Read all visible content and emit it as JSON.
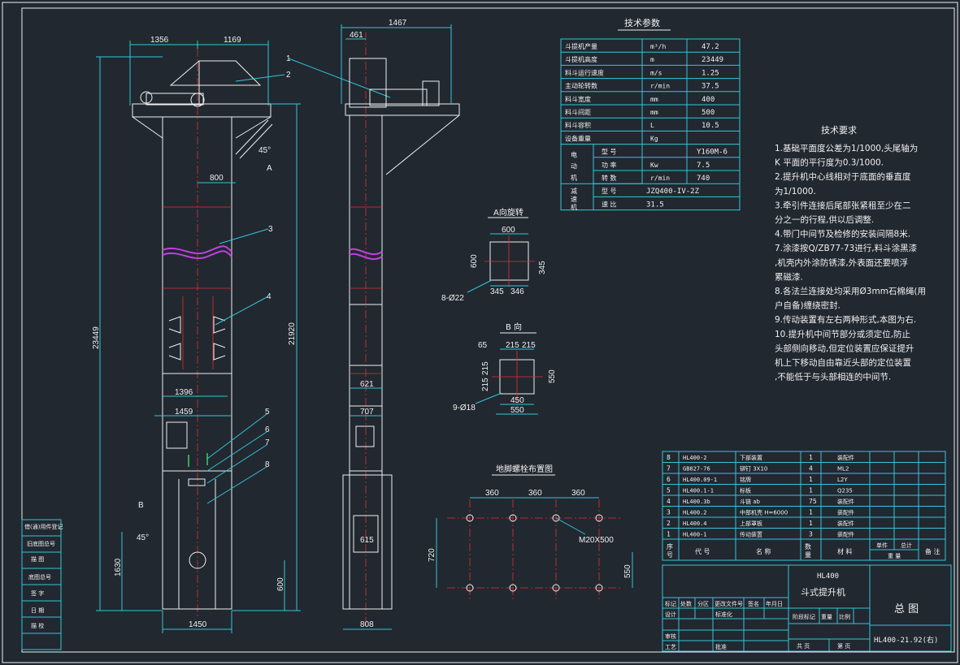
{
  "front_view": {
    "dims": {
      "top_left": "1356",
      "top_right": "1169",
      "d800": "800",
      "d1396": "1396",
      "d1459": "1459",
      "d1450": "1450",
      "h23449": "23449",
      "h21920": "21920",
      "h1630": "1630",
      "h600": "600",
      "angle_top": "45°",
      "angle_bottom": "45°"
    },
    "callouts": [
      "1",
      "2",
      "3",
      "4",
      "5",
      "6",
      "7",
      "8"
    ],
    "view_mark_a": "A",
    "view_mark_b": "B"
  },
  "side_view": {
    "dims": {
      "top": "1467",
      "d461": "461",
      "d621": "621",
      "d707": "707",
      "d615": "615",
      "d808": "808"
    }
  },
  "view_a": {
    "title": "A向旋转",
    "d600": "600",
    "d345": "345",
    "d346": "346",
    "d345b": "345",
    "d600v": "600",
    "hole": "8-Ø22"
  },
  "view_b": {
    "title": "B 向",
    "d65": "65",
    "d215a": "215",
    "d215b": "215",
    "d215c": "215",
    "d215d": "215",
    "d550": "550",
    "d450": "450",
    "d550v": "550",
    "hole": "9-Ø18"
  },
  "anchor": {
    "title": "地脚螺栓布置图",
    "d360a": "360",
    "d360b": "360",
    "d360c": "360",
    "d720": "720",
    "d550": "550",
    "bolt": "M20X500"
  },
  "tech_params": {
    "title": "技术参数",
    "rows": [
      {
        "name": "斗提机产量",
        "unit": "m³/h",
        "value": "47.2"
      },
      {
        "name": "斗提机高度",
        "unit": "m",
        "value": "23449"
      },
      {
        "name": "料斗运行速度",
        "unit": "m/s",
        "value": "1.25"
      },
      {
        "name": "主动轮转数",
        "unit": "r/min",
        "value": "37.5"
      },
      {
        "name": "料斗宽度",
        "unit": "mm",
        "value": "400"
      },
      {
        "name": "料斗间距",
        "unit": "mm",
        "value": "500"
      },
      {
        "name": "料斗容积",
        "unit": "L",
        "value": "10.5"
      },
      {
        "name": "设备重量",
        "unit": "Kg",
        "value": ""
      }
    ],
    "motor_group": "电动机",
    "motor_rows": [
      {
        "name": "型 号",
        "unit": "",
        "value": "Y160M-6"
      },
      {
        "name": "功 率",
        "unit": "Kw",
        "value": "7.5"
      },
      {
        "name": "转 数",
        "unit": "r/min",
        "value": "740"
      }
    ],
    "reducer_group": "减速机",
    "reducer_rows": [
      {
        "name": "型 号",
        "value": "JZQ400-IV-2Z"
      },
      {
        "name": "速 比",
        "value": "31.5"
      }
    ]
  },
  "tech_requirements": {
    "title": "技术要求",
    "lines": [
      "1.基础平面度公差为1/1000,头尾轴为",
      "K 平面的平行度为0.3/1000.",
      "2.提升机中心线相对于底面的垂直度",
      "为1/1000.",
      "3.牵引件连接后尾部张紧租至少在二",
      "分之一的行程,供以后调整.",
      "4.带门中间节及检修的安装间隔8米.",
      "7.涂漆按Q/ZB77-73进行,料斗涂黑漆",
      ",机壳内外涂防锈漆,外表面还要喷浮",
      "累磁漆.",
      "8.各法兰连接处均采用Ø3mm石棉绳(用",
      "户自备)缠绕密封.",
      "9.传动装置有左右两种形式,本图为右.",
      "10.提升机中间节部分或须定位,防止",
      "头部侧向移动,但定位装置应保证提升",
      "机上下移动自由靠近头部的定位装置",
      ",不能低于与头部相连的中间节."
    ]
  },
  "bom": {
    "rows": [
      {
        "no": "8",
        "code": "HL400-2",
        "name": "下部装置",
        "qty": "1",
        "material": "装配件"
      },
      {
        "no": "7",
        "code": "GB827-76",
        "name": "铆钉 3X10",
        "qty": "4",
        "material": "ML2"
      },
      {
        "no": "6",
        "code": "HL400.09-1",
        "name": "铭牌",
        "qty": "1",
        "material": "L2Y"
      },
      {
        "no": "5",
        "code": "HL400.1-1",
        "name": "标板",
        "qty": "1",
        "material": "Q235"
      },
      {
        "no": "4",
        "code": "HL400.3b",
        "name": "斗链 ab",
        "qty": "75",
        "material": "装配件"
      },
      {
        "no": "3",
        "code": "HL400.2",
        "name": "中部机壳 H=6000",
        "qty": "1",
        "material": "装配件"
      },
      {
        "no": "2",
        "code": "HL400.4",
        "name": "上部罩板",
        "qty": "1",
        "material": "装配件"
      },
      {
        "no": "1",
        "code": "HL400-1",
        "name": "传动装置",
        "qty": "3",
        "material": "装配件"
      }
    ],
    "header": {
      "no": "序号",
      "code": "代 号",
      "name": "名 称",
      "qty": "数量",
      "material": "材 料",
      "unit_weight": "单件",
      "total_weight": "总计",
      "weight": "重 量",
      "remark": "备 注"
    }
  },
  "title_block": {
    "model": "HL400",
    "product": "斗式提升机",
    "drawing_name": "总 图",
    "drawing_no": "HL400-21.92(右)",
    "cells": [
      "标记",
      "处数",
      "分区",
      "更改文件号",
      "签名",
      "年月日",
      "设计",
      "标准化",
      "阶段标记",
      "重量",
      "比例",
      "审核",
      "工艺",
      "批准",
      "共 页",
      "第 页"
    ]
  },
  "left_strip": [
    "借(通)用件登记",
    "旧底图总号",
    "底图总号",
    "签 字",
    "日 期",
    "描 图",
    "描 校"
  ]
}
